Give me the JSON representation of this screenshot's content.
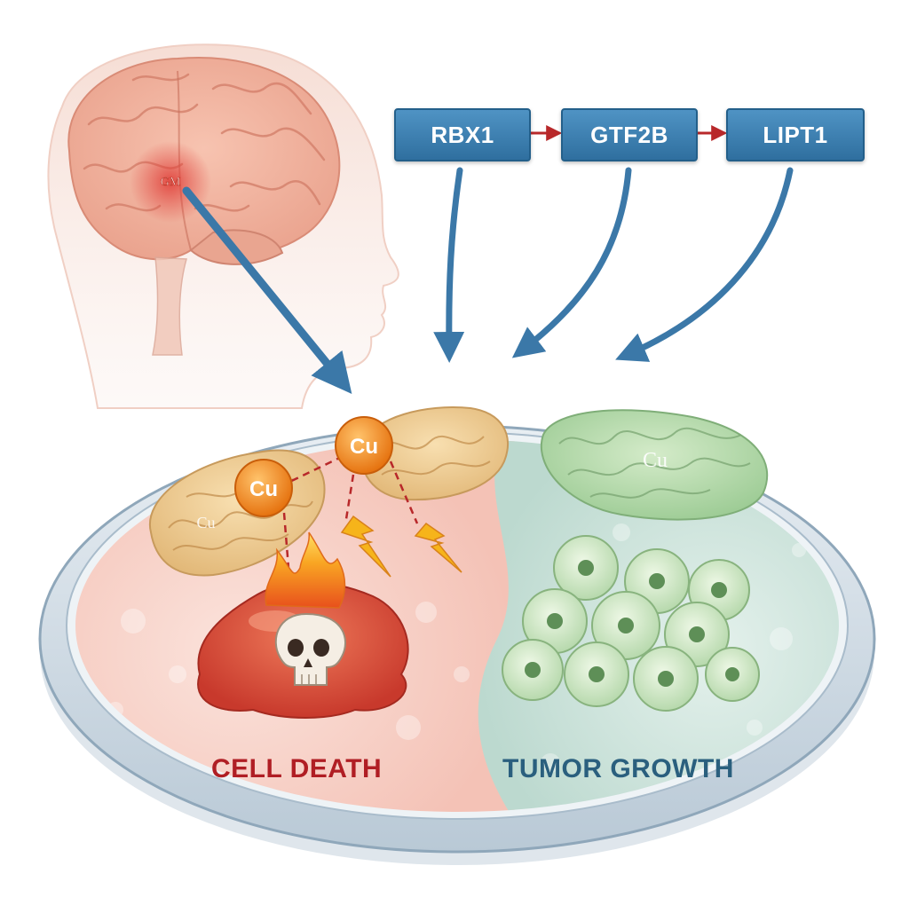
{
  "genes": {
    "items": [
      {
        "label": "RBX1"
      },
      {
        "label": "GTF2B"
      },
      {
        "label": "LIPT1"
      }
    ]
  },
  "brain": {
    "tumor_label": "GM"
  },
  "dish": {
    "left": {
      "label": "CELL DEATH",
      "ion_label": "Cu",
      "mito_label": "Cu"
    },
    "right": {
      "label": "TUMOR GROWTH",
      "mito_label": "Cu"
    }
  },
  "colors": {
    "gene_box": "#3b7fb1",
    "arrow": "#3b78a8",
    "cell_death_text": "#b01e24",
    "tumor_growth_text": "#2a5f7e",
    "copper": "#f08a1c",
    "red_zone": "#f6c9bf",
    "green_zone": "#cde4dc"
  },
  "icons": {
    "death": "skull-icon",
    "fire": "flame-icon",
    "spark": "lightning-icon"
  }
}
